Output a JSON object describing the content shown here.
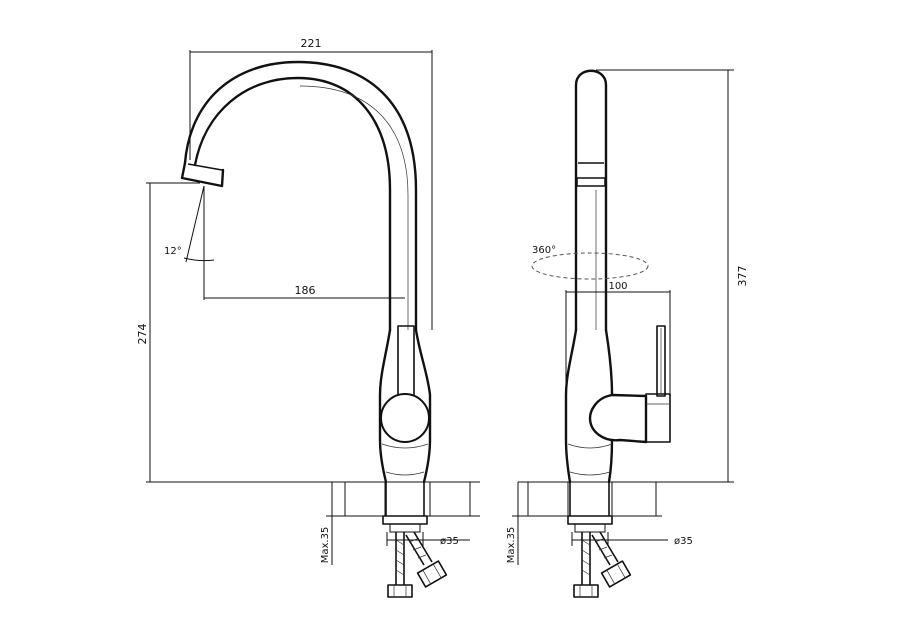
{
  "diagram": {
    "front_view": {
      "dim_total_width": "221",
      "dim_spout_reach": "186",
      "dim_spout_height": "274",
      "dim_spout_angle": "12°",
      "dim_max_thickness": "Max.35",
      "dim_hole_diameter": "ø35"
    },
    "side_view": {
      "dim_rotation": "360°",
      "dim_lever_depth": "100",
      "dim_total_height": "377",
      "dim_max_thickness": "Max.35",
      "dim_hole_diameter": "ø35"
    }
  }
}
